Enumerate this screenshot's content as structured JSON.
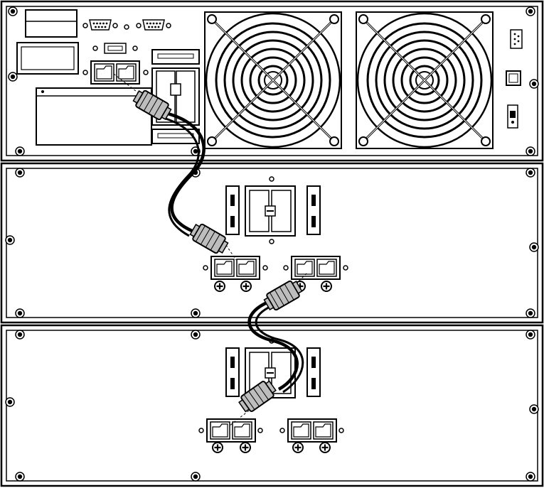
{
  "diagram": {
    "units": [
      {
        "role": "ups-main-unit"
      },
      {
        "role": "external-battery-pack-1"
      },
      {
        "role": "external-battery-pack-2"
      }
    ],
    "cables": [
      {
        "from": "ups-main-unit",
        "to": "external-battery-pack-1"
      },
      {
        "from": "external-battery-pack-1",
        "to": "external-battery-pack-2"
      }
    ],
    "colors": {
      "line": "#000000",
      "background": "#ffffff",
      "shade": "#bdbdbd"
    }
  }
}
